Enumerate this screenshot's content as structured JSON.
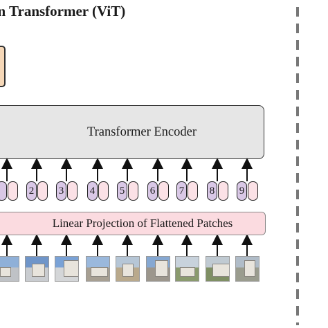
{
  "title": "on Transformer (ViT)",
  "encoder_label": "Transformer Encoder",
  "projection_label": "Linear Projection of Flattened Patches",
  "tokens": [
    "",
    "2",
    "3",
    "4",
    "5",
    "6",
    "7",
    "8",
    "9"
  ],
  "colors": {
    "encoder_fill": "#e6e6e6",
    "projection_fill": "#fbdbe0",
    "position_embedding_fill": "#d9c8e6",
    "patch_embedding_fill": "#fbe1e6",
    "mlp_head_fill": "#f6d8b8"
  }
}
